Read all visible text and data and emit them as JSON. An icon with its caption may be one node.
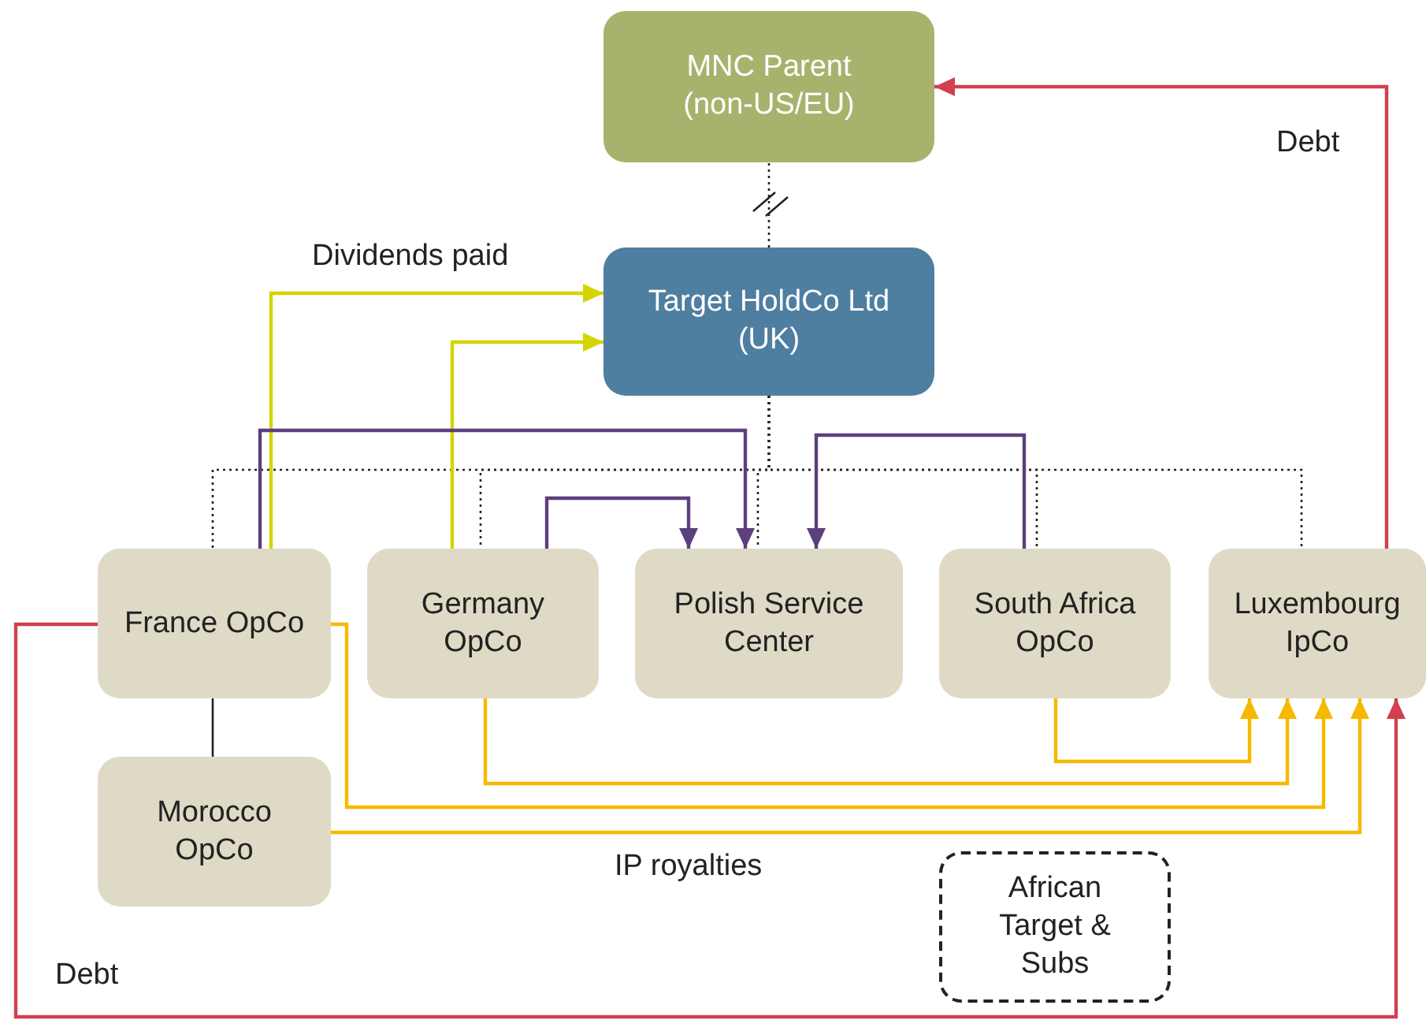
{
  "diagram": {
    "nodes": [
      {
        "text": [
          "MNC Parent (non-US/EU)"
        ]
      },
      {
        "text": [
          "Target HoldCo Ltd (UK)"
        ]
      },
      {
        "text": [
          "France OpCo"
        ]
      },
      {
        "text": [
          "Germany OpCo"
        ]
      },
      {
        "text": [
          "Polish Service Center"
        ]
      },
      {
        "text": [
          "South Africa OpCo"
        ]
      },
      {
        "text": [
          "Luxembourg IpCo"
        ]
      },
      {
        "text": [
          "Morocco OpCo"
        ]
      },
      {
        "text": [
          "African Target & Subs"
        ]
      }
    ],
    "edges": [
      {
        "from": 1,
        "to": 0,
        "arrow": "none",
        "style": "dashed"
      },
      {
        "from": 1,
        "to": 2,
        "arrow": "none",
        "style": "dashed"
      },
      {
        "from": 1,
        "to": 3,
        "arrow": "none",
        "style": "dashed"
      },
      {
        "from": 1,
        "to": 4,
        "arrow": "none",
        "style": "dashed"
      },
      {
        "from": 1,
        "to": 5,
        "arrow": "none",
        "style": "dashed"
      },
      {
        "from": 1,
        "to": 6,
        "arrow": "none",
        "style": "dashed"
      },
      {
        "from": 2,
        "to": 7,
        "arrow": "none"
      },
      {
        "from": 2,
        "to": 1,
        "arrow": "to",
        "label": "Dividends paid",
        "color": "#d4d400"
      },
      {
        "from": 3,
        "to": 1,
        "arrow": "to",
        "color": "#d4d400"
      },
      {
        "from": 2,
        "to": 4,
        "arrow": "to",
        "color": "#5c3f7d"
      },
      {
        "from": 3,
        "to": 4,
        "arrow": "to",
        "color": "#5c3f7d"
      },
      {
        "from": 5,
        "to": 4,
        "arrow": "to",
        "color": "#5c3f7d"
      },
      {
        "from": 5,
        "to": 6,
        "arrow": "to",
        "color": "#f6b900"
      },
      {
        "from": 3,
        "to": 6,
        "arrow": "to",
        "color": "#f6b900"
      },
      {
        "from": 2,
        "to": 6,
        "arrow": "to",
        "color": "#f6b900"
      },
      {
        "from": 7,
        "to": 6,
        "arrow": "to",
        "label": "IP royalties",
        "color": "#f6b900"
      },
      {
        "from": 2,
        "to": 6,
        "arrow": "to",
        "label": "Debt",
        "color": "#d23f4f"
      },
      {
        "from": 6,
        "to": 0,
        "arrow": "to",
        "label": "Debt",
        "color": "#d23f4f"
      }
    ]
  }
}
